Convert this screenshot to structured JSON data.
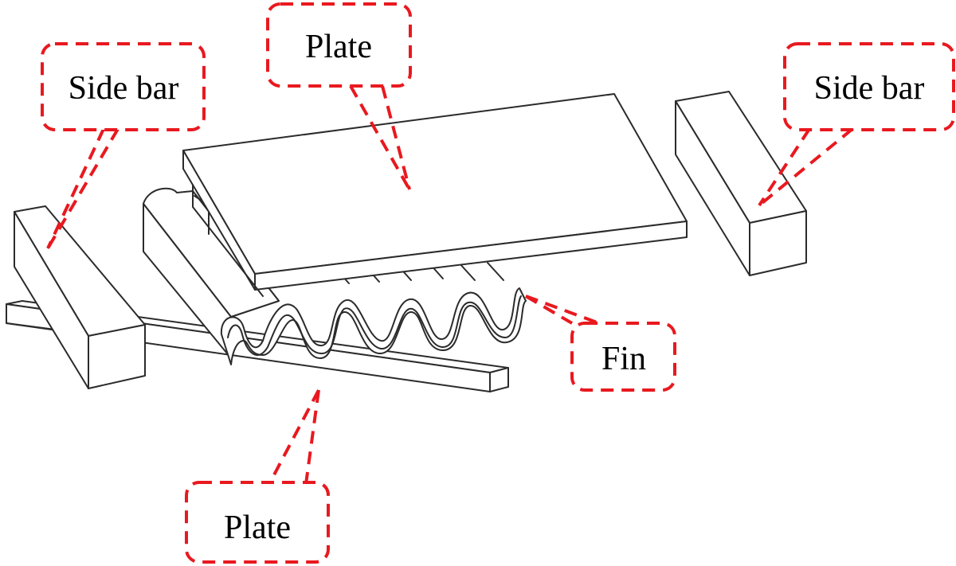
{
  "diagram": {
    "callout_color": "#e8191f",
    "line_color": "#2b2b2b",
    "labels": {
      "side_bar_left": "Side bar",
      "plate_top": "Plate",
      "side_bar_right": "Side bar",
      "fin": "Fin",
      "plate_bottom": "Plate"
    }
  }
}
